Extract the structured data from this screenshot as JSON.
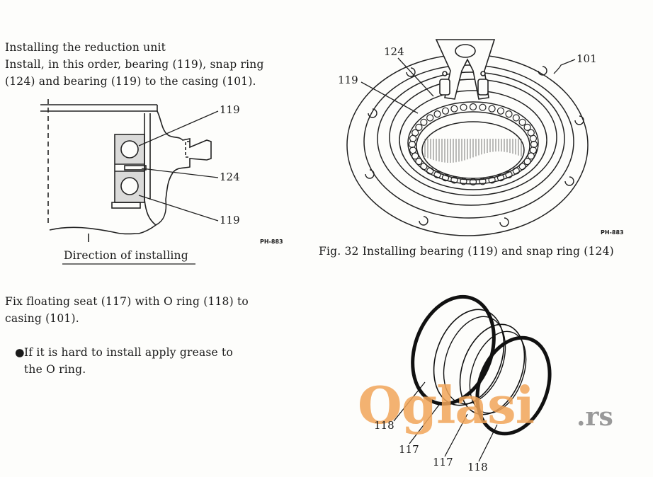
{
  "section1": {
    "title": "Installing the reduction unit",
    "line1": "Install, in this order, bearing (119), snap ring",
    "line2": "(124) and bearing (119) to the casing (101)."
  },
  "figure_left": {
    "callouts": [
      "119",
      "124",
      "119"
    ],
    "code": "PH-883",
    "caption": "Direction of installing"
  },
  "figure_right": {
    "callouts": [
      "124",
      "119",
      "101"
    ],
    "code": "PH-883",
    "caption": "Fig. 32    Installing bearing (119) and snap ring (124)"
  },
  "section2": {
    "line1": "Fix floating seat (117) with O ring (118) to",
    "line2": "casing (101).",
    "bullet_line1": "If it is hard to install apply grease to",
    "bullet_line2": "the O ring."
  },
  "figure_seal": {
    "callouts": [
      "118",
      "117",
      "117",
      "118"
    ]
  },
  "watermark": {
    "brand": "Oglasi",
    "suffix": ".rs",
    "color": "#f2a65a"
  }
}
